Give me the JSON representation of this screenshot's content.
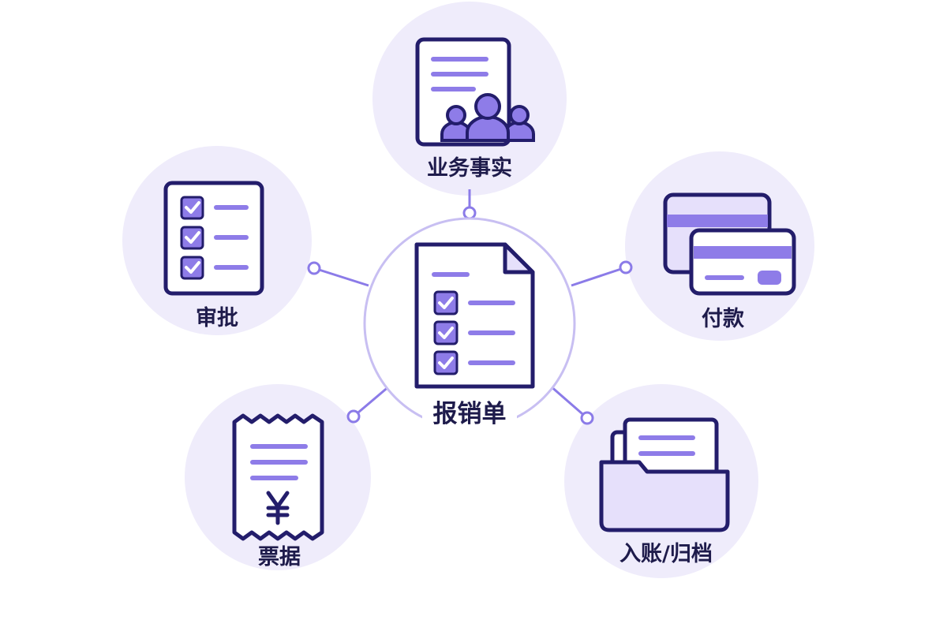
{
  "diagram": {
    "center": {
      "label": "报销单",
      "icon": "expense-report-document-icon"
    },
    "nodes": [
      {
        "key": "business_facts",
        "label": "业务事实",
        "icon": "document-with-people-icon"
      },
      {
        "key": "approval",
        "label": "审批",
        "icon": "checklist-clipboard-icon"
      },
      {
        "key": "payment",
        "label": "付款",
        "icon": "credit-cards-icon"
      },
      {
        "key": "receipts",
        "label": "票据",
        "icon": "yen-receipt-icon"
      },
      {
        "key": "bookkeeping",
        "label": "入账/归档",
        "icon": "folder-with-files-icon"
      }
    ]
  },
  "colors": {
    "bubble": "#efecfb",
    "center_bubble": "#ffffff",
    "connector": "#8b7be8",
    "ring": "#c8bff2",
    "outline": "#231d6b",
    "accent": "#8e7ce8",
    "fill_light": "#e6e0fb",
    "label": "#1e1b4b"
  }
}
